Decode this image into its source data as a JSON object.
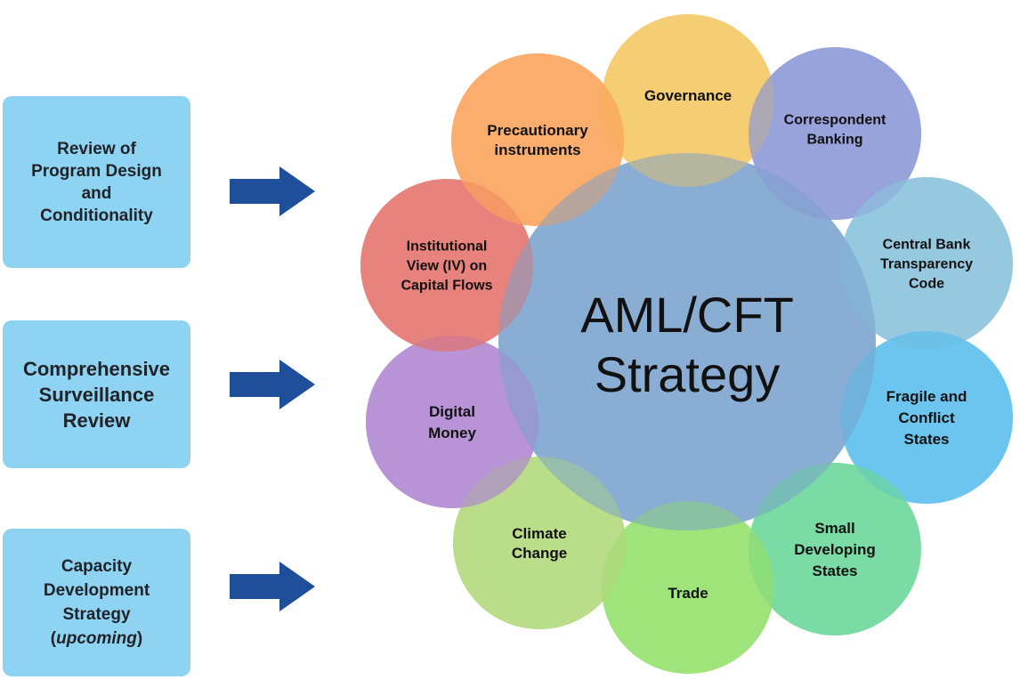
{
  "left_boxes": [
    {
      "lines": [
        "Review of",
        "Program Design",
        "and",
        "Conditionality"
      ]
    },
    {
      "lines": [
        "Comprehensive",
        "Surveillance",
        "Review"
      ]
    },
    {
      "lines": [
        "Capacity",
        "Development",
        "Strategy"
      ],
      "note": "upcoming"
    }
  ],
  "center": {
    "line1": "AML/CFT",
    "line2": "Strategy"
  },
  "petals": [
    {
      "lines": [
        "Governance"
      ],
      "color": "#f4c965"
    },
    {
      "lines": [
        "Correspondent",
        "Banking"
      ],
      "color": "#8f9ad8"
    },
    {
      "lines": [
        "Central Bank",
        "Transparency",
        "Code"
      ],
      "color": "#8cc2dc"
    },
    {
      "lines": [
        "Fragile and",
        "Conflict",
        "States"
      ],
      "color": "#5ec0ee"
    },
    {
      "lines": [
        "Small",
        "Developing",
        "States"
      ],
      "color": "#6fd89c"
    },
    {
      "lines": [
        "Trade"
      ],
      "color": "#96e06f"
    },
    {
      "lines": [
        "Climate",
        "Change"
      ],
      "color": "#b3d97f"
    },
    {
      "lines": [
        "Digital",
        "Money"
      ],
      "color": "#b28ad2"
    },
    {
      "lines": [
        "Institutional",
        "View (IV) on",
        "Capital Flows"
      ],
      "color": "#e57670"
    },
    {
      "lines": [
        "Precautionary",
        "instruments"
      ],
      "color": "#f9a55e"
    }
  ],
  "colors": {
    "box": "#8fd3f2",
    "arrow": "#1f4f9a",
    "center": "#7fa6cf"
  }
}
